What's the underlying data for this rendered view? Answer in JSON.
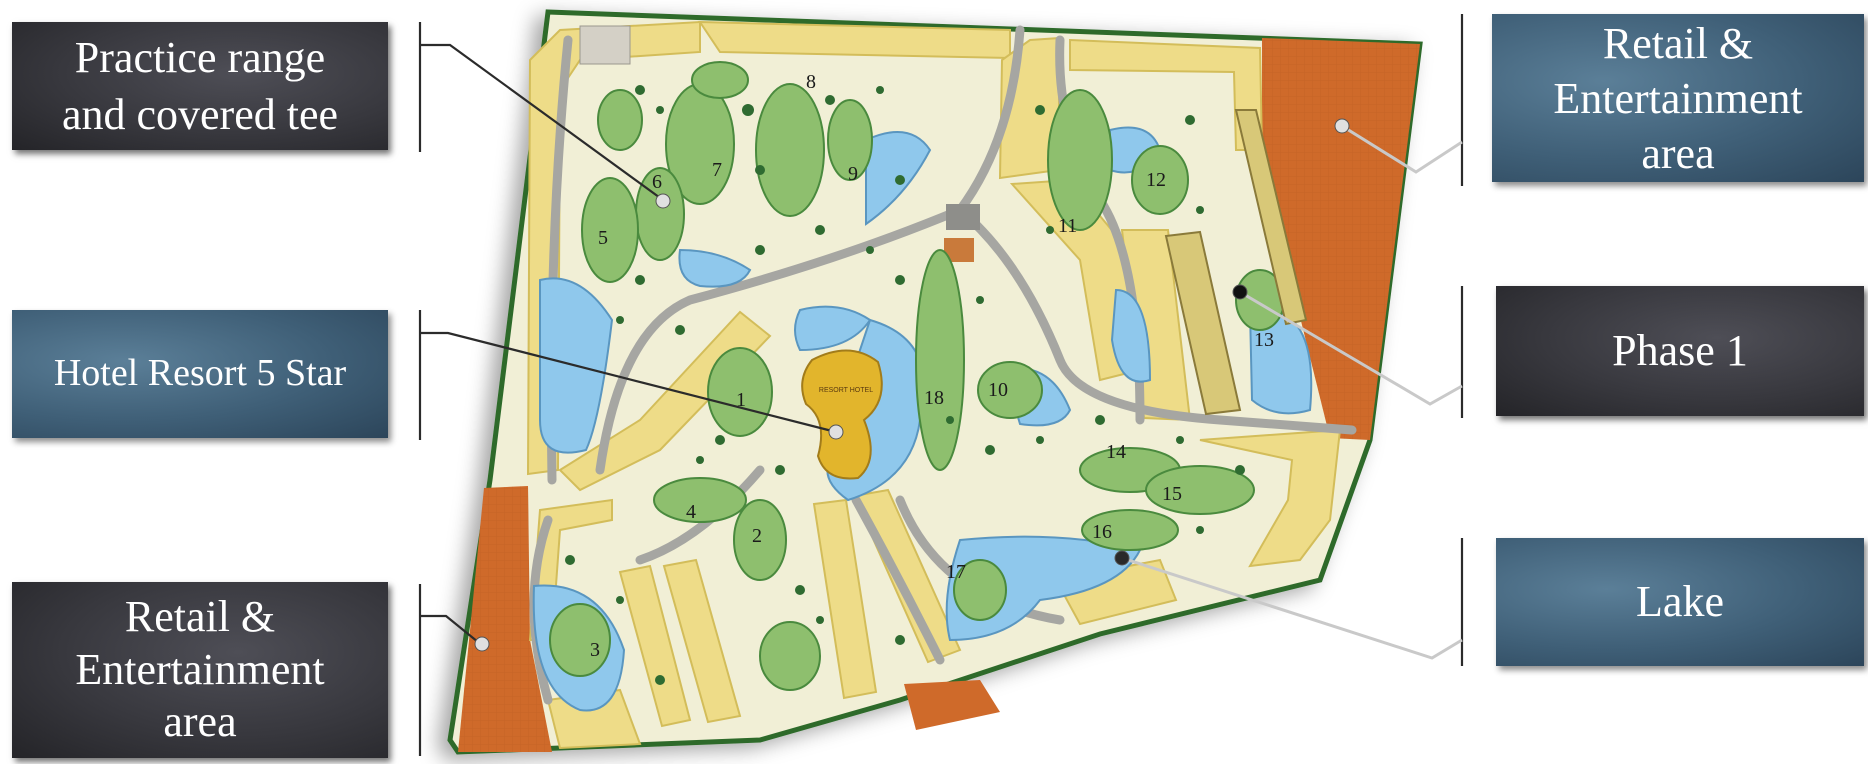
{
  "callouts": {
    "practice_range": "Practice range\nand covered tee",
    "hotel_resort": "Hotel Resort 5 Star",
    "retail_left": "Retail &\nEntertainment\narea",
    "retail_right": "Retail  &\nEntertainment\narea",
    "phase_1": "Phase 1",
    "lake": "Lake"
  },
  "map": {
    "hole_numbers": [
      "1",
      "2",
      "3",
      "4",
      "5",
      "6",
      "7",
      "8",
      "9",
      "10",
      "11",
      "12",
      "13",
      "14",
      "15",
      "16",
      "17",
      "18"
    ],
    "hotel_sign": "RESORT HOTEL",
    "colors": {
      "fairway": "#8ebf6e",
      "rough": "#f1efd6",
      "lake": "#8fc8ec",
      "sand_plot": "#eedc88",
      "retail": "#cf6a2a",
      "hotel": "#e2b52c",
      "tree": "#2f6b31",
      "road": "#a6a6a2"
    }
  }
}
